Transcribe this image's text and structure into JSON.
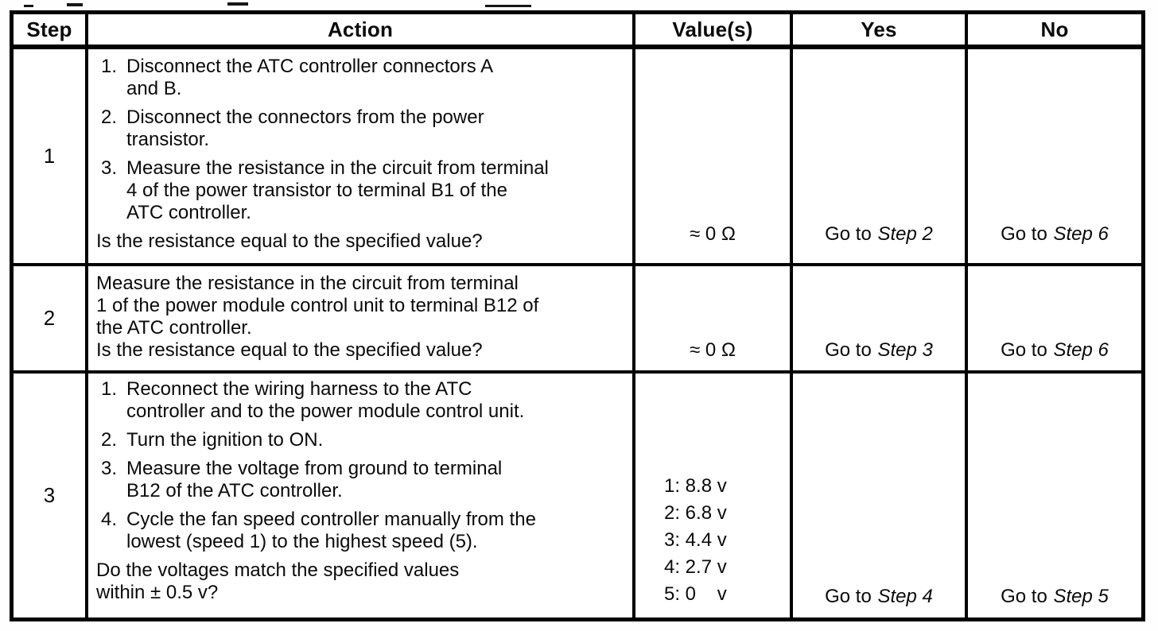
{
  "document": {
    "headers": {
      "step": "Step",
      "action": "Action",
      "values": "Value(s)",
      "yes": "Yes",
      "no": "No"
    },
    "goto_prefix": "Go to",
    "rows": [
      {
        "step": "1",
        "items": [
          {
            "num": "1.",
            "text": "Disconnect the ATC controller connectors A\nand B."
          },
          {
            "num": "2.",
            "text": "Disconnect the connectors from the power\ntransistor."
          },
          {
            "num": "3.",
            "text": "Measure the resistance in the circuit from terminal\n4 of the power transistor to terminal B1 of the\nATC controller."
          }
        ],
        "question": "Is the resistance equal to the specified value?",
        "value": "≈ 0 Ω",
        "yes_step": "Step 2",
        "no_step": "Step 6"
      },
      {
        "step": "2",
        "paragraph": "Measure the resistance in the circuit from terminal\n1 of the power module control unit to terminal B12 of\nthe ATC controller.",
        "question": "Is the resistance equal to the specified value?",
        "value": "≈ 0 Ω",
        "yes_step": "Step 3",
        "no_step": "Step 6"
      },
      {
        "step": "3",
        "items": [
          {
            "num": "1.",
            "text": "Reconnect the wiring harness to the ATC\ncontroller and to the power module control unit."
          },
          {
            "num": "2.",
            "text": "Turn the ignition to ON."
          },
          {
            "num": "3.",
            "text": "Measure the voltage from ground to terminal\nB12 of the ATC controller."
          },
          {
            "num": "4.",
            "text": "Cycle the fan speed controller manually from the\nlowest (speed 1) to the highest speed (5)."
          }
        ],
        "question": "Do the voltages match the specified values\nwithin ± 0.5 v?",
        "values_list": [
          "1: 8.8 v",
          "2: 6.8 v",
          "3: 4.4 v",
          "4: 2.7 v",
          "5: 0    v"
        ],
        "yes_step": "Step 4",
        "no_step": "Step 5"
      }
    ]
  }
}
